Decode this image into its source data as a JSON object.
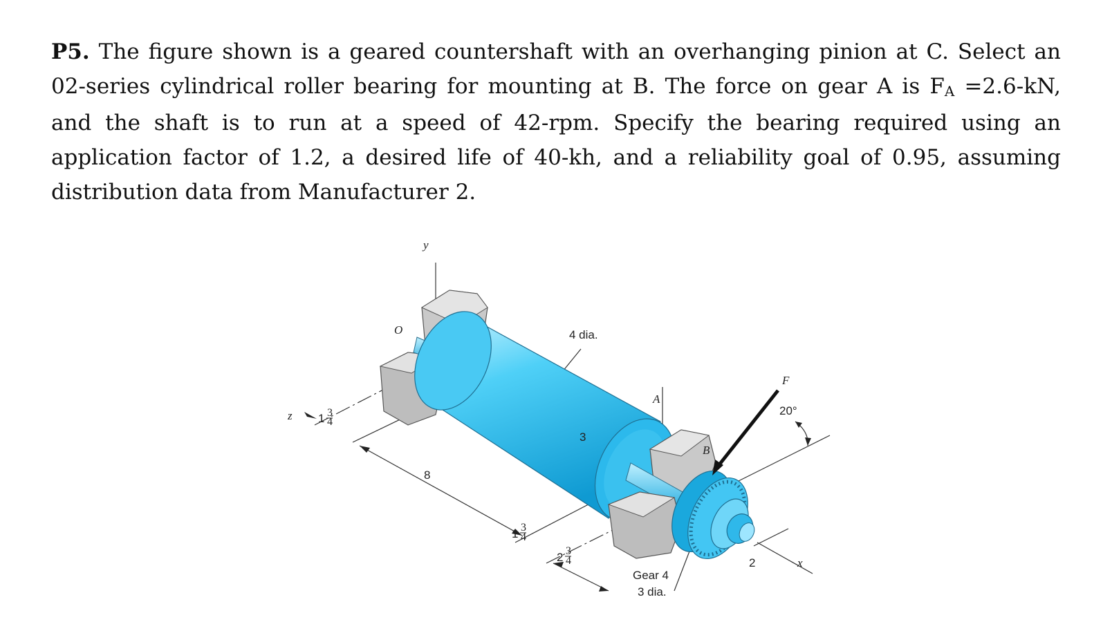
{
  "problem": {
    "number": "P5.",
    "text_1": " The figure shown is a geared countershaft with an overhanging pinion at C. Select an 02-series cylindrical roller bearing for mounting at B. The force on gear A is F",
    "subscript": "A",
    "text_2": " =2.6-kN, and the shaft is to run at a speed of 42-rpm. Specify the bearing required using an application factor of 1.2, a desired life of 40-kh, and a reliability goal of 0.95, assuming distribution data from Manufacturer 2."
  },
  "figure": {
    "colors": {
      "shaft": "#35c5f4",
      "shaft_light": "#bff0ff",
      "shaft_dark": "#0f8fc8",
      "block": "#c8c8c8",
      "block_dark": "#8e8e8e"
    },
    "labels": {
      "y": "y",
      "o": "O",
      "z": "z",
      "x": "x",
      "four_dia": "4 dia.",
      "a": "A",
      "b": "B",
      "f": "F",
      "angle": "20°",
      "three": "3",
      "eight": "8",
      "two": "2",
      "gear_name": "Gear 4",
      "gear_dia": "3 dia.",
      "frac_whole_1": "1",
      "frac_whole_2": "1",
      "frac_whole_3": "2",
      "frac_num": "3",
      "frac_den": "4"
    }
  }
}
